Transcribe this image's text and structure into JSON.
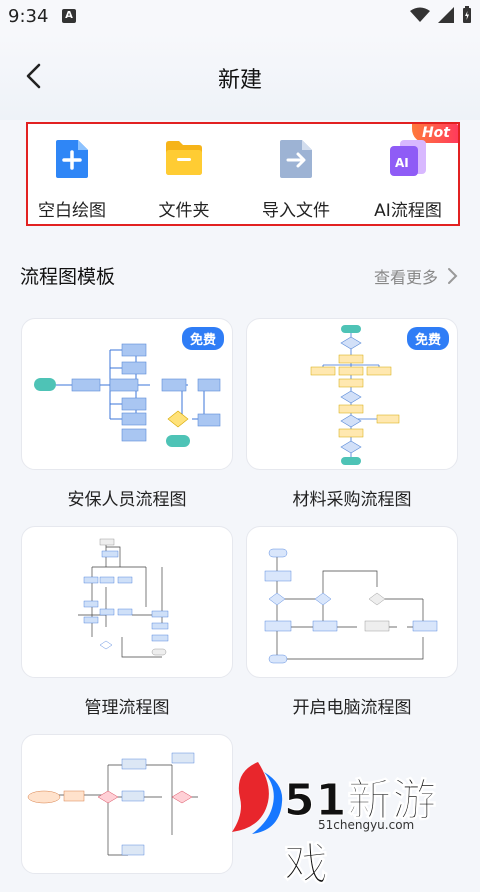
{
  "status": {
    "time": "9:34",
    "badge": "A"
  },
  "header": {
    "title": "新建"
  },
  "quick_actions": [
    {
      "label": "空白绘图",
      "icon": "blank-drawing-icon"
    },
    {
      "label": "文件夹",
      "icon": "folder-icon"
    },
    {
      "label": "导入文件",
      "icon": "import-file-icon"
    },
    {
      "label": "AI流程图",
      "icon": "ai-flowchart-icon",
      "hot": "Hot"
    }
  ],
  "templates_section": {
    "title": "流程图模板",
    "more": "查看更多"
  },
  "templates": [
    {
      "label": "安保人员流程图",
      "badge": "免费"
    },
    {
      "label": "材料采购流程图",
      "badge": "免费"
    },
    {
      "label": "管理流程图"
    },
    {
      "label": "开启电脑流程图"
    }
  ],
  "watermark": {
    "brand": "51新游戏",
    "site": "51chengyu.com"
  },
  "colors": {
    "accent": "#2f7df6",
    "highlight": "#e22121",
    "hot": "#ff4d4f"
  }
}
